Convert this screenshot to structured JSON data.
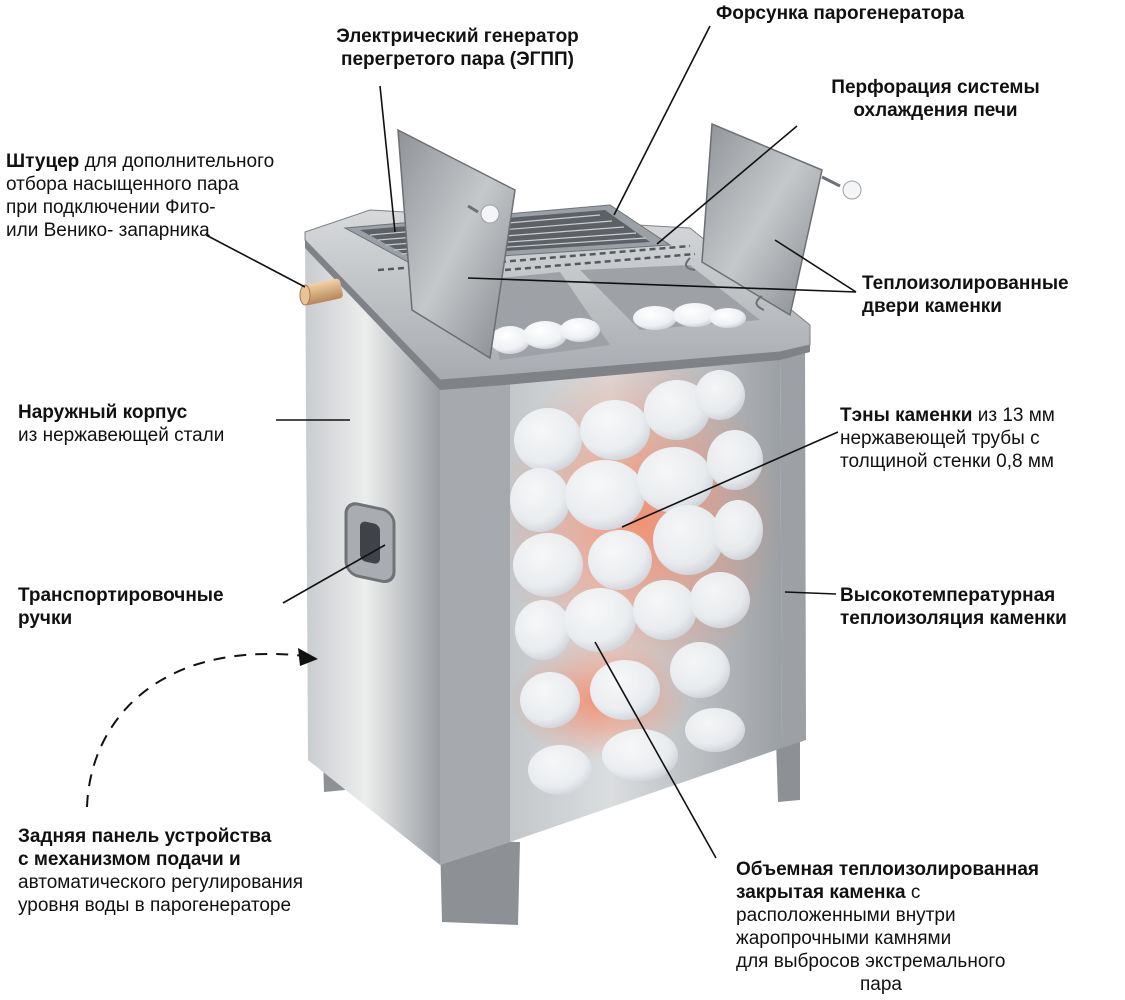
{
  "colors": {
    "steel_light": "#e6e7e8",
    "steel_mid": "#b9bcbf",
    "steel_dark": "#7f8387",
    "stone": "#f4f5f8",
    "heat_glow": "#ff5a3c",
    "text": "#111111"
  },
  "labels": {
    "injector": {
      "bold": [
        "Форсунка парогенератора"
      ]
    },
    "generator": {
      "bold": [
        "Электрический генератор",
        "перегретого пара (ЭГПП)"
      ]
    },
    "perforation": {
      "bold": [
        "Перфорация системы",
        "охлаждения печи"
      ]
    },
    "fitting": {
      "bold_prefix": "Штуцер",
      "first_line_rest": " для дополнительного",
      "rest": [
        "отбора насыщенного пара",
        "при подключении Фито-",
        "или Венико- запарника"
      ]
    },
    "doors": {
      "bold": [
        "Теплоизолированные",
        "двери каменки"
      ]
    },
    "body": {
      "bold": [
        "Наружный корпус"
      ],
      "normal": [
        "из нержавеющей стали"
      ]
    },
    "heaters": {
      "bold_prefix": "Тэны каменки",
      "first_line_rest": " из 13 мм",
      "rest": [
        "нержавеющей трубы с",
        "толщиной стенки 0,8 мм"
      ]
    },
    "handles": {
      "bold": [
        "Транспортировочные",
        "ручки"
      ]
    },
    "insulation": {
      "bold": [
        "Высокотемпературная",
        "теплоизоляция каменки"
      ]
    },
    "back_panel": {
      "bold": [
        "Задняя панель устройства",
        "с механизмом подачи и"
      ],
      "normal": [
        "автоматического регулирования",
        "уровня воды в парогенераторе"
      ]
    },
    "stone_chamber": {
      "bold": [
        "Объемная теплоизолированная",
        "закрытая каменка"
      ],
      "bold_suffix_rest": " с",
      "normal": [
        "расположенными внутри",
        "жаропрочными камнями",
        "для выбросов экстремального"
      ],
      "normal_centered": "пара"
    }
  },
  "icons": {
    "product": "electric-sauna-heater-with-steam-generator",
    "back_arrow": "dashed-curved-arrow"
  }
}
